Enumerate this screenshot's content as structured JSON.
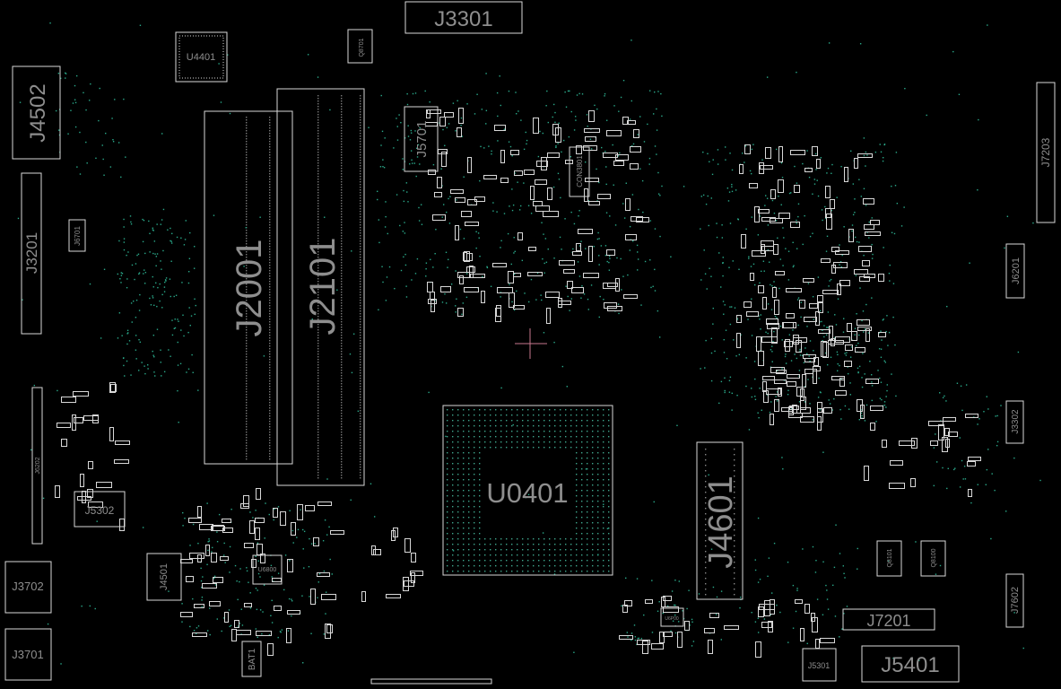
{
  "viewer": {
    "title": "PCB board layout viewer",
    "background": "#000000",
    "outline_color": "#d8d8d8",
    "label_color": "#8e8e8e",
    "pad_color": "#2aa98a",
    "cursor_color": "#c9788e"
  },
  "components": {
    "J3301": "J3301",
    "U4401": "U4401",
    "Q8701": "Q8701",
    "J4502": "J4502",
    "J3201": "J3201",
    "J6701": "J6701",
    "J2001": "J2001",
    "J2101": "J2101",
    "J5701": "J5701",
    "CON3801": "CON3801",
    "J7203": "J7203",
    "J6201": "J6201",
    "J6202": "J6202",
    "J3302": "J3302",
    "U0401": "U0401",
    "J4601": "J4601",
    "J5302": "J5302",
    "J4501": "J4501",
    "U6800": "U6800",
    "J3702": "J3702",
    "J3701": "J3701",
    "BAT1": "BAT1",
    "U6P00": "U6P00",
    "Q8101": "Q8101",
    "Q8100": "Q8100",
    "J7201": "J7201",
    "J7602": "J7602",
    "J5301": "J5301",
    "J5401": "J5401"
  }
}
